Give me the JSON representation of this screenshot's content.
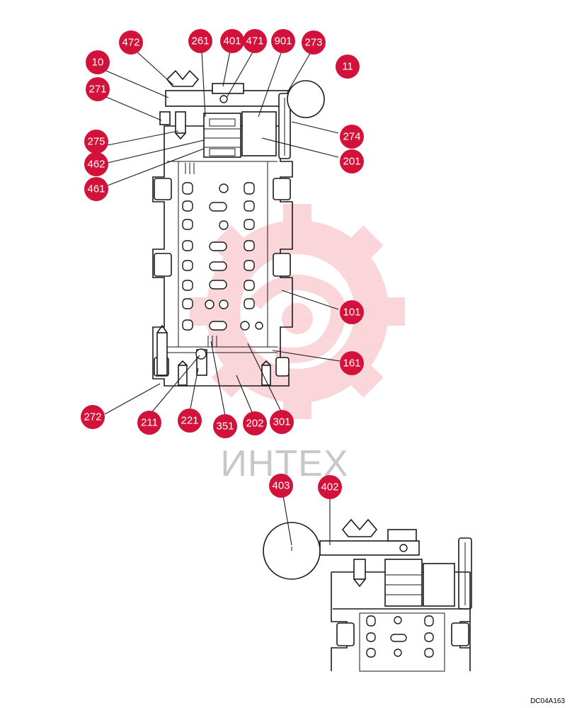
{
  "watermark": {
    "text": "ИНТЕХ",
    "color": "#f06a7a"
  },
  "drawing_code": "DC04A163",
  "badge_color": "#d2123a",
  "callouts": [
    {
      "id": "472",
      "label": "472"
    },
    {
      "id": "261",
      "label": "261"
    },
    {
      "id": "401",
      "label": "401"
    },
    {
      "id": "471",
      "label": "471"
    },
    {
      "id": "901",
      "label": "901"
    },
    {
      "id": "273",
      "label": "273"
    },
    {
      "id": "10",
      "label": "10"
    },
    {
      "id": "11",
      "label": "11"
    },
    {
      "id": "271",
      "label": "271"
    },
    {
      "id": "274",
      "label": "274"
    },
    {
      "id": "275",
      "label": "275"
    },
    {
      "id": "201",
      "label": "201"
    },
    {
      "id": "462",
      "label": "462"
    },
    {
      "id": "461",
      "label": "461"
    },
    {
      "id": "101",
      "label": "101"
    },
    {
      "id": "161",
      "label": "161"
    },
    {
      "id": "272",
      "label": "272"
    },
    {
      "id": "211",
      "label": "211"
    },
    {
      "id": "221",
      "label": "221"
    },
    {
      "id": "351",
      "label": "351"
    },
    {
      "id": "202",
      "label": "202"
    },
    {
      "id": "301",
      "label": "301"
    },
    {
      "id": "403",
      "label": "403"
    },
    {
      "id": "402",
      "label": "402"
    }
  ]
}
